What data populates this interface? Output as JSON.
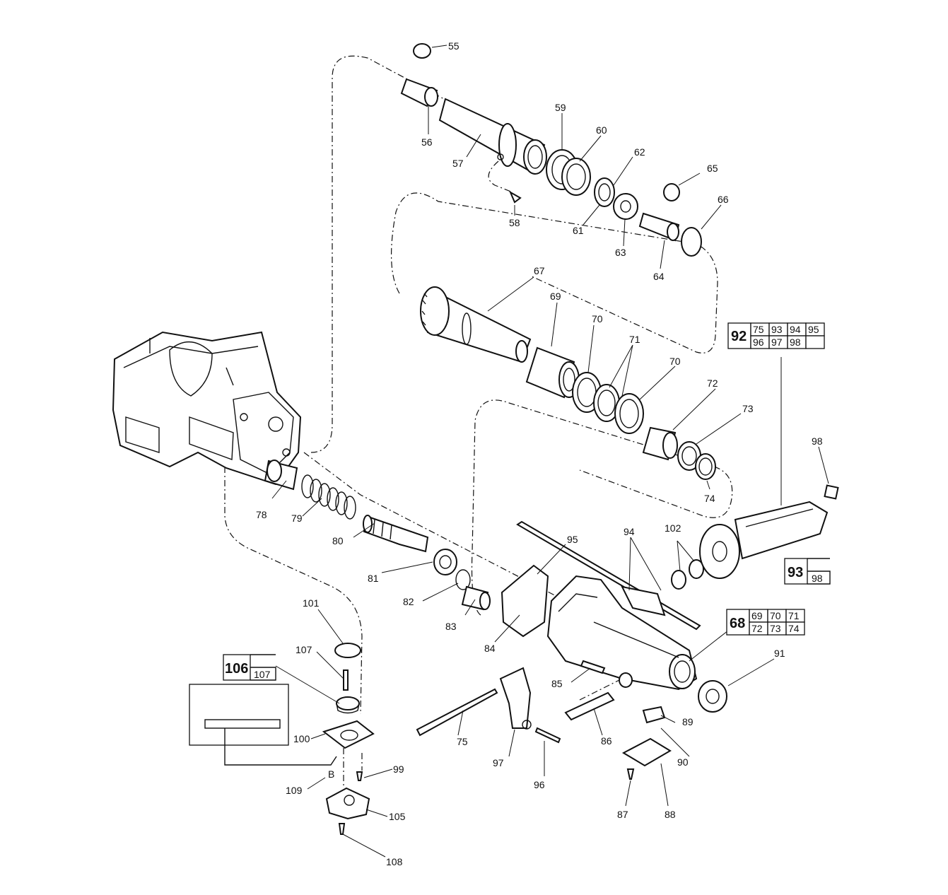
{
  "callouts": {
    "c55": "55",
    "c56": "56",
    "c57": "57",
    "c58": "58",
    "c59": "59",
    "c60": "60",
    "c61": "61",
    "c62": "62",
    "c63": "63",
    "c64": "64",
    "c65": "65",
    "c66": "66",
    "c67": "67",
    "c69": "69",
    "c70a": "70",
    "c70b": "70",
    "c71": "71",
    "c72": "72",
    "c73": "73",
    "c74": "74",
    "c75": "75",
    "c78": "78",
    "c79": "79",
    "c80": "80",
    "c81": "81",
    "c82": "82",
    "c83": "83",
    "c84": "84",
    "c85": "85",
    "c86": "86",
    "c87": "87",
    "c88": "88",
    "c89": "89",
    "c90": "90",
    "c91": "91",
    "c94": "94",
    "c95": "95",
    "c96": "96",
    "c97": "97",
    "c98": "98",
    "c99": "99",
    "c100": "100",
    "c101": "101",
    "c102": "102",
    "c105": "105",
    "c107": "107",
    "c108": "108",
    "c109": "109",
    "cB": "B"
  },
  "kits": {
    "k92": {
      "main": "92",
      "row1": [
        "75",
        "93",
        "94",
        "95"
      ],
      "row2": [
        "96",
        "97",
        "98",
        ""
      ]
    },
    "k93": {
      "main": "93",
      "sub": "98"
    },
    "k68": {
      "main": "68",
      "row1": [
        "69",
        "70",
        "71"
      ],
      "row2": [
        "72",
        "73",
        "74"
      ]
    },
    "k106": {
      "main": "106",
      "sub": "107"
    }
  }
}
